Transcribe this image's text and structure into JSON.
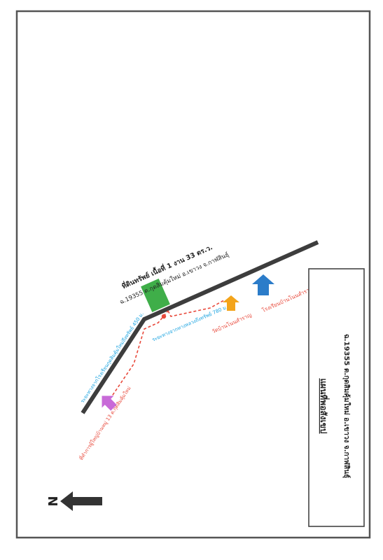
{
  "title_block": {
    "title": "แผนที่พอสังเขป",
    "subtitle": "ฉ.19355 ต.กุดสิมคุ้มใหม่ อ.เขาวง จ.กาฬสินธุ์"
  },
  "parcel": {
    "label": "ที่ดินทรัพย์ เนื้อที่ 1 งาน 33 ตร.ว.",
    "sublabel": "ฉ.19355 ต.กุดสิมคุ้มใหม่ อ.เขาวง จ.กาฬสินธุ์",
    "color": "#3fae49"
  },
  "road": {
    "color": "#3d3d3d"
  },
  "distances": {
    "to_public_road": "ระยะทางจากทางหลวงถึงทรัพย์ 780 ม.",
    "to_school_label": "ระยะทางจากโรงเรียนกุดสิมคุ้มใหม่ถึงทรัพย์ 450 ม.",
    "color": "#1aa3e0"
  },
  "landmarks": {
    "temple": {
      "label": "วัดบ้านโนนสำราญ",
      "icon": "temple-arrow-icon",
      "color": "#f3a41b"
    },
    "school": {
      "label": "โรงเรียนบ้านโนนสำราญ",
      "icon": "school-arrow-icon",
      "color": "#2b7cc9"
    },
    "office": {
      "label": "ที่ทำการผู้ใหญ่บ้านหมู่ 13 ต.กุดสิมคุ้มใหม่",
      "icon": "office-arrow-icon",
      "color": "#c86ad8"
    }
  },
  "route_color": "#e8483a",
  "north": {
    "label": "N",
    "icon": "north-arrow-icon"
  }
}
